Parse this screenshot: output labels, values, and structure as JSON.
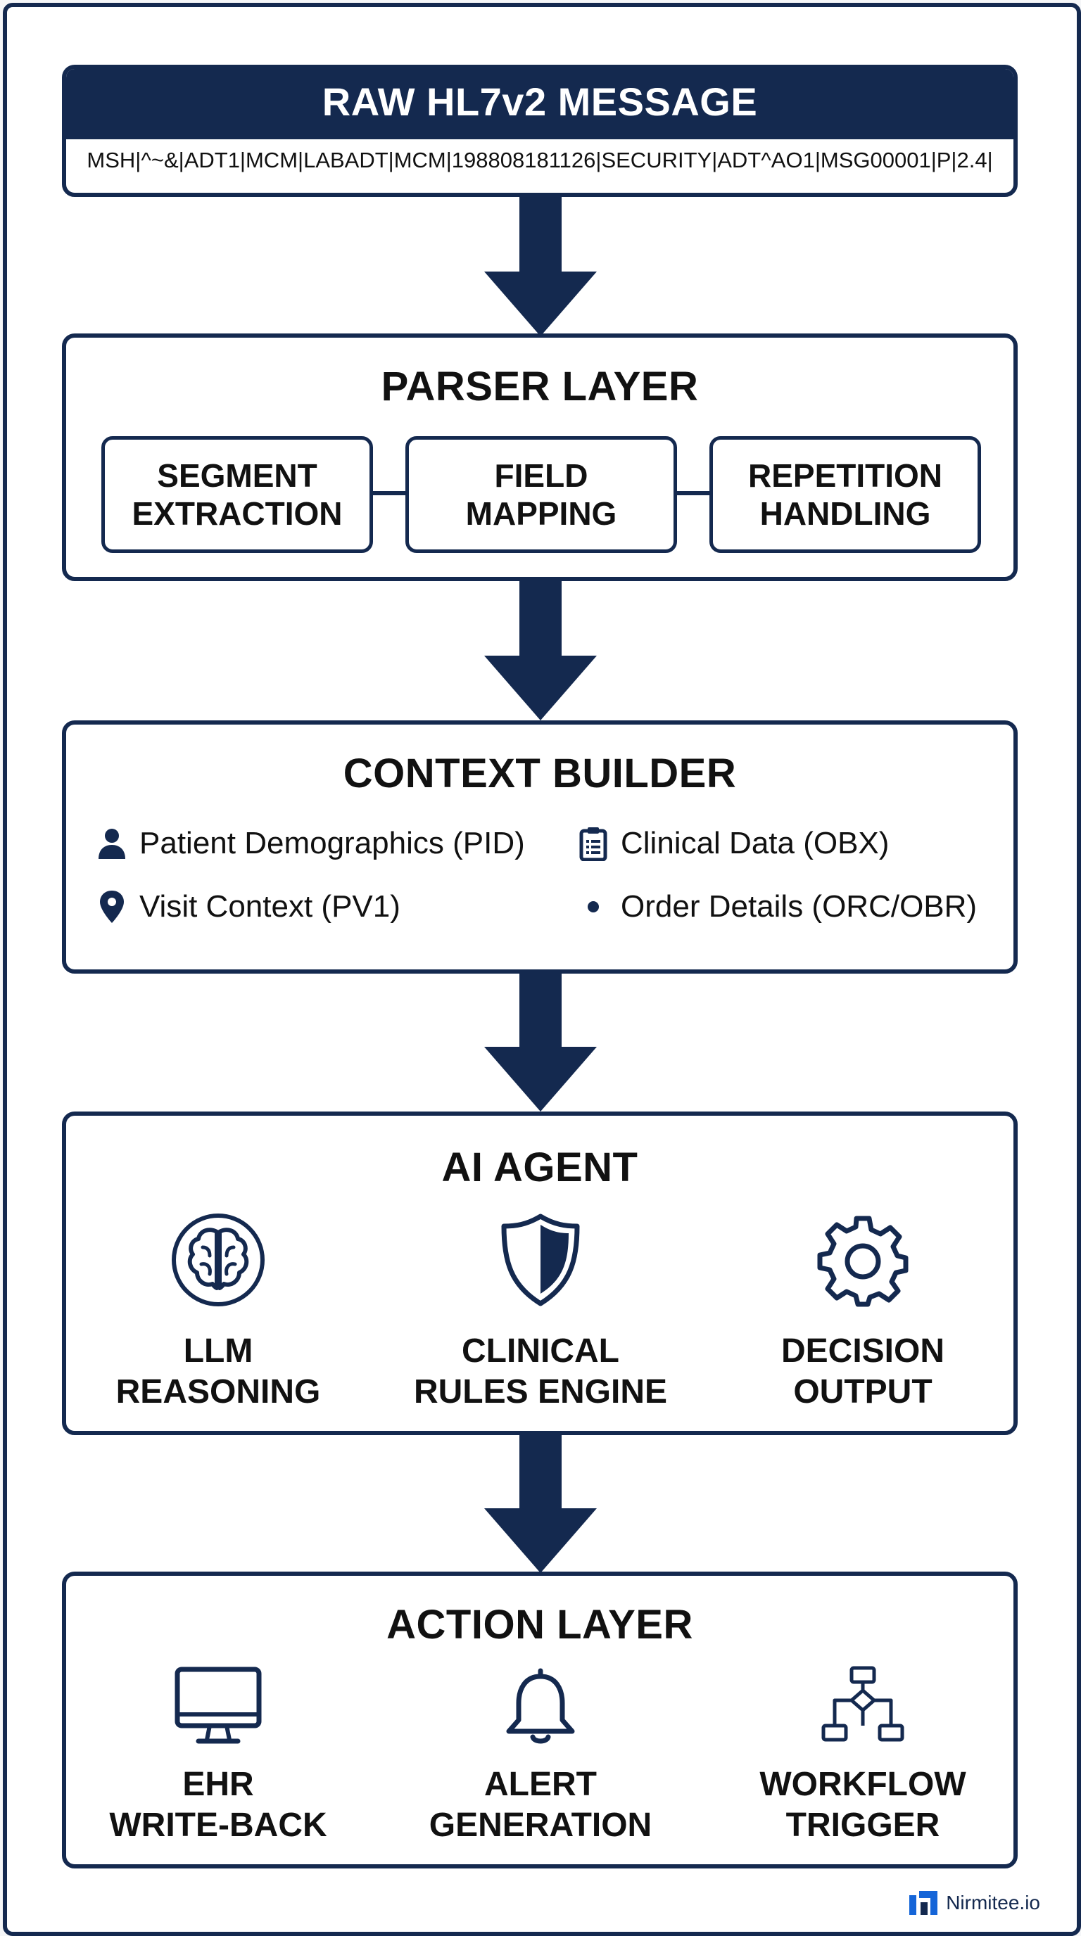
{
  "raw_message": {
    "title": "RAW HL7v2 MESSAGE",
    "content": "MSH|^~&|ADT1|MCM|LABADT|MCM|198808181126|SECURITY|ADT^AO1|MSG00001|P|2.4|"
  },
  "parser_layer": {
    "title": "PARSER LAYER",
    "steps": [
      {
        "line1": "SEGMENT",
        "line2": "EXTRACTION"
      },
      {
        "line1": "FIELD",
        "line2": "MAPPING"
      },
      {
        "line1": "REPETITION",
        "line2": "HANDLING"
      }
    ]
  },
  "context_builder": {
    "title": "CONTEXT BUILDER",
    "items": [
      {
        "label": "Patient Demographics (PID)",
        "icon": "person-icon"
      },
      {
        "label": "Clinical Data (OBX)",
        "icon": "clipboard-icon"
      },
      {
        "label": "Visit Context (PV1)",
        "icon": "location-pin-icon"
      },
      {
        "label": "Order Details (ORC/OBR)",
        "icon": "dot-icon"
      }
    ]
  },
  "ai_agent": {
    "title": "AI AGENT",
    "components": [
      {
        "line1": "LLM",
        "line2": "REASONING",
        "icon": "brain-icon"
      },
      {
        "line1": "CLINICAL",
        "line2": "RULES ENGINE",
        "icon": "shield-icon"
      },
      {
        "line1": "DECISION",
        "line2": "OUTPUT",
        "icon": "gear-icon"
      }
    ]
  },
  "action_layer": {
    "title": "ACTION LAYER",
    "actions": [
      {
        "line1": "EHR",
        "line2": "WRITE-BACK",
        "icon": "monitor-icon"
      },
      {
        "line1": "ALERT",
        "line2": "GENERATION",
        "icon": "bell-icon"
      },
      {
        "line1": "WORKFLOW",
        "line2": "TRIGGER",
        "icon": "flowchart-icon"
      }
    ]
  },
  "brand": {
    "name": "Nirmitee.io"
  },
  "colors": {
    "navy": "#14294f",
    "background": "#ffffff",
    "brand_accent": "#1565d8"
  }
}
